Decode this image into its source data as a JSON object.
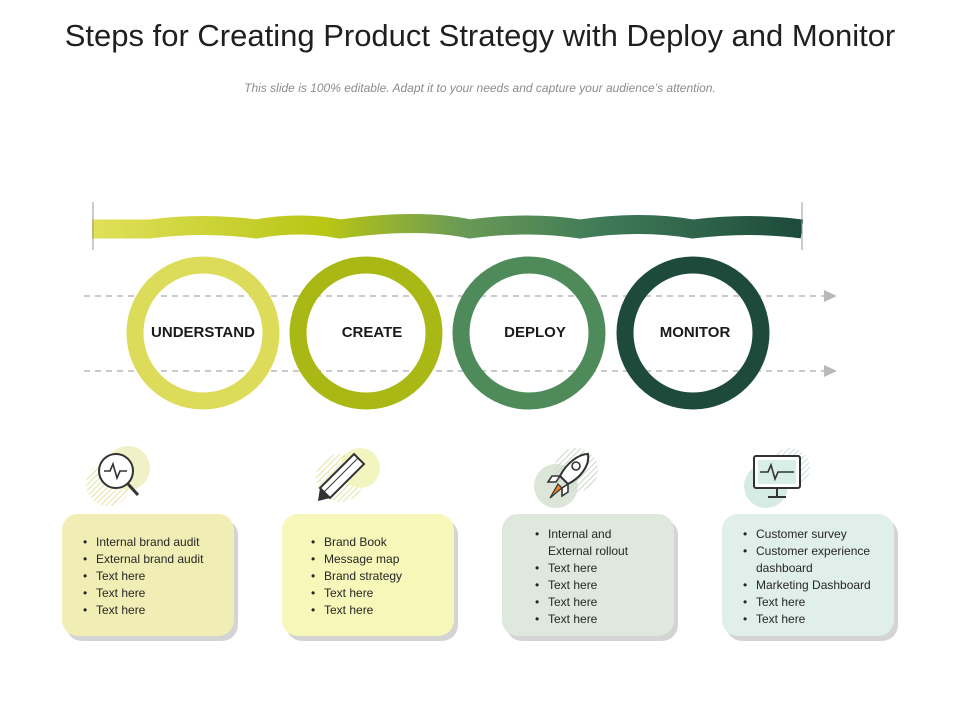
{
  "title": "Steps for Creating Product Strategy with Deploy and Monitor",
  "subtitle": "This slide is 100% editable. Adapt it to your needs and capture your audience’s attention.",
  "steps": [
    {
      "label": "UNDERSTAND",
      "icon": "magnifier-pulse-icon",
      "color": "#dcdc5a",
      "card_color": "#f0eeb4",
      "items": [
        "Internal brand audit",
        "External brand audit",
        "Text here",
        "Text here",
        "Text here"
      ]
    },
    {
      "label": "CREATE",
      "icon": "pencil-icon",
      "color": "#a9b814",
      "card_color": "#f6f7b8",
      "items": [
        "Brand Book",
        "Message map",
        "Brand strategy",
        "Text here",
        "Text here"
      ]
    },
    {
      "label": "DEPLOY",
      "icon": "rocket-icon",
      "color": "#4e8a5a",
      "card_color": "#dfe8dd",
      "items": [
        "Internal and External rollout",
        "Text here",
        "Text here",
        "Text here",
        "Text here"
      ]
    },
    {
      "label": "MONITOR",
      "icon": "monitor-pulse-icon",
      "color": "#1d4a3b",
      "card_color": "#e0efea",
      "items": [
        "Customer survey",
        "Customer experience dashboard",
        "Marketing Dashboard",
        "Text here",
        "Text here"
      ]
    }
  ]
}
